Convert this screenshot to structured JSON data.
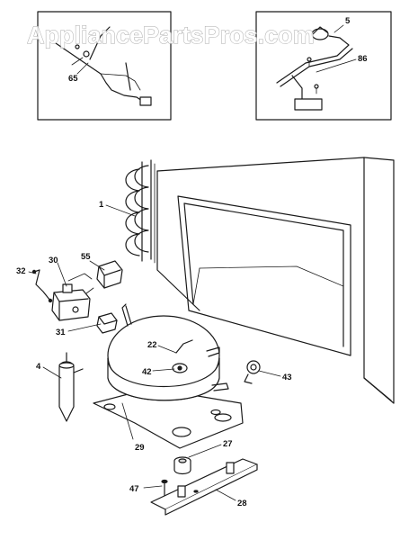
{
  "watermark": "AppliancePartsPros.com",
  "parts": [
    {
      "label": "65"
    },
    {
      "label": "5"
    },
    {
      "label": "86"
    },
    {
      "label": "1"
    },
    {
      "label": "55"
    },
    {
      "label": "30"
    },
    {
      "label": "32"
    },
    {
      "label": "31"
    },
    {
      "label": "22"
    },
    {
      "label": "4"
    },
    {
      "label": "42"
    },
    {
      "label": "43"
    },
    {
      "label": "29"
    },
    {
      "label": "27"
    },
    {
      "label": "47"
    },
    {
      "label": "28"
    }
  ]
}
